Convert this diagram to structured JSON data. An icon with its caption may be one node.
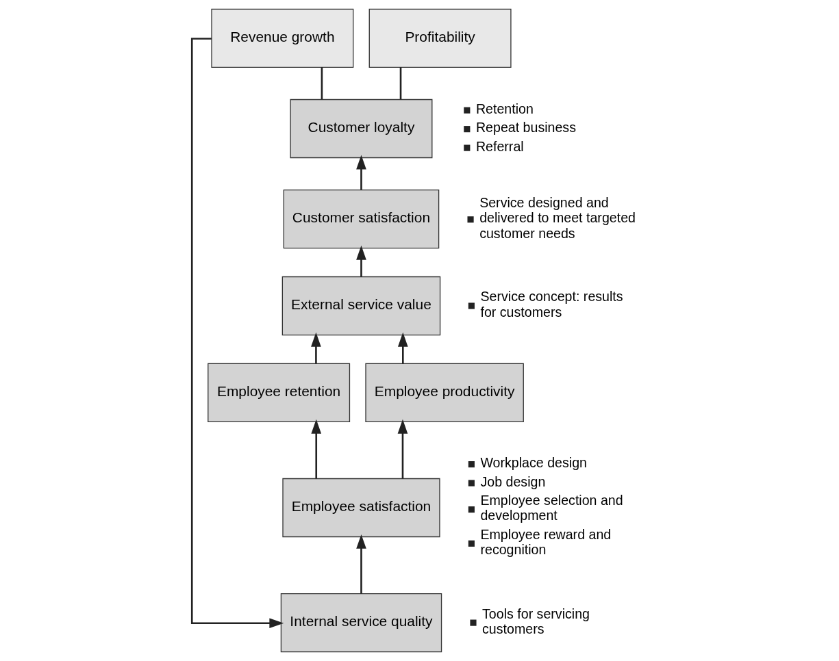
{
  "diagram": {
    "nodes": [
      {
        "text": [
          "Revenue growth"
        ]
      },
      {
        "text": [
          "Profitability"
        ]
      },
      {
        "text": [
          "Customer loyalty"
        ],
        "beside": [
          "Retention",
          "Repeat business",
          "Referral"
        ]
      },
      {
        "text": [
          "Customer satisfaction"
        ],
        "beside": [
          "Service designed and delivered to meet targeted customer needs"
        ]
      },
      {
        "text": [
          "External service value"
        ],
        "beside": [
          "Service concept: results for customers"
        ]
      },
      {
        "text": [
          "Employee retention"
        ]
      },
      {
        "text": [
          "Employee productivity"
        ]
      },
      {
        "text": [
          "Employee satisfaction"
        ],
        "beside": [
          "Workplace design",
          "Job design",
          "Employee selection and development",
          "Employee reward and recognition"
        ]
      },
      {
        "text": [
          "Internal service quality"
        ],
        "beside": [
          "Tools for servicing customers"
        ]
      }
    ],
    "edges": [
      {
        "from": 2,
        "to": 0,
        "arrow": "none"
      },
      {
        "from": 2,
        "to": 1,
        "arrow": "none"
      },
      {
        "from": 3,
        "to": 2,
        "arrow": "to"
      },
      {
        "from": 4,
        "to": 3,
        "arrow": "to"
      },
      {
        "from": 5,
        "to": 4,
        "arrow": "to"
      },
      {
        "from": 6,
        "to": 4,
        "arrow": "to"
      },
      {
        "from": 7,
        "to": 5,
        "arrow": "to"
      },
      {
        "from": 7,
        "to": 6,
        "arrow": "to"
      },
      {
        "from": 8,
        "to": 7,
        "arrow": "to"
      },
      {
        "from": 0,
        "to": 8,
        "arrow": "to"
      }
    ]
  }
}
